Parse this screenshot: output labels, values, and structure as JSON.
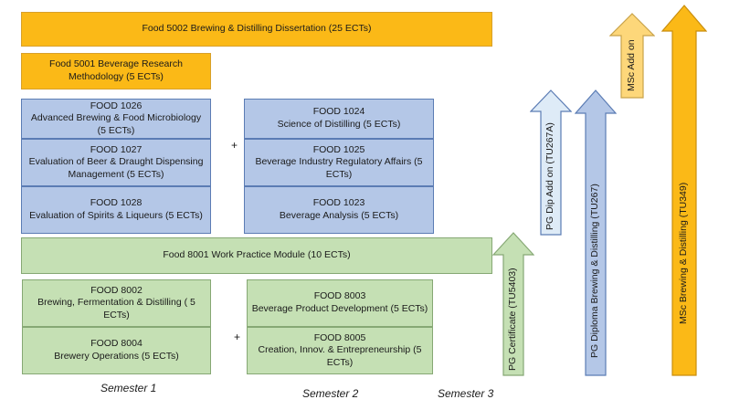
{
  "modules": {
    "dissertation": "Food 5002 Brewing & Distilling Dissertation (25 ECTs)",
    "beverage_research": "Food 5001 Beverage Research Methodology (5 ECTs)",
    "food1026": "FOOD 1026\nAdvanced Brewing & Food Microbiology (5 ECTs)",
    "food1027": "FOOD 1027\nEvaluation of Beer & Draught Dispensing Management (5 ECTs)",
    "food1028": "FOOD 1028\nEvaluation of Spirits & Liqueurs (5 ECTs)",
    "food1024": "FOOD 1024\nScience of Distilling (5 ECTs)",
    "food1025": "FOOD 1025\nBeverage Industry Regulatory Affairs (5 ECTs)",
    "food1023": "FOOD 1023\nBeverage Analysis (5 ECTs)",
    "food8001": "Food 8001 Work Practice Module (10 ECTs)",
    "food8002": "FOOD 8002\nBrewing, Fermentation & Distilling ( 5 ECTs)",
    "food8004": "FOOD 8004\nBrewery Operations (5 ECTs)",
    "food8003": "FOOD 8003\nBeverage Product Development (5 ECTs)",
    "food8005": "FOOD 8005\nCreation, Innov. & Entrepreneurship (5 ECTs)"
  },
  "plus_signs": {
    "upper": "+",
    "lower": "+"
  },
  "semesters": {
    "s1": "Semester 1",
    "s2": "Semester 2",
    "s3": "Semester 3"
  },
  "awards": {
    "pg_certificate": "PG Certificate (TU5403)",
    "pg_dip_add_on": "PG Dip Add on (TU267A)",
    "pg_diploma": "PG Diploma Brewing & Distilling (TU267)",
    "msc_add_on": "MSc Add on",
    "msc": "MSc Brewing & Distilling (TU349)"
  },
  "colors": {
    "orange": "#fbb917",
    "blue": "#b4c7e7",
    "green": "#c5e0b4",
    "pale_blue": "#deebf7",
    "pale_orange": "#fdd77a"
  }
}
